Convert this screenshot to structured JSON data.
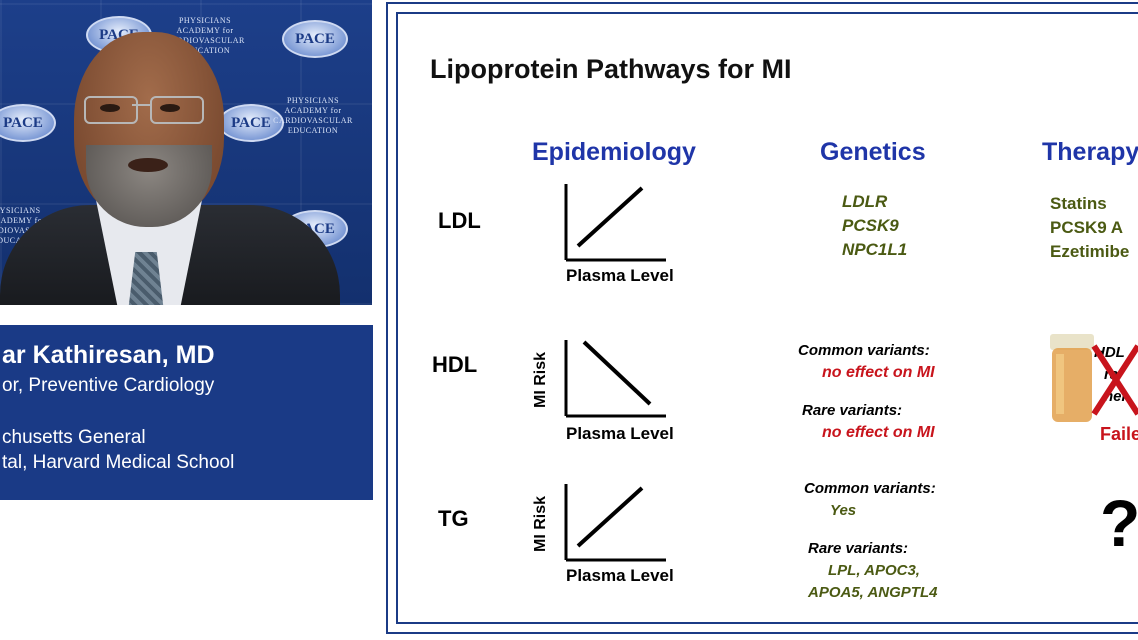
{
  "presenter": {
    "name": "ar Kathiresan, MD",
    "title_line1": "or, Preventive Cardiology",
    "affil_line1": "chusetts General",
    "affil_line2": "tal, Harvard Medical School"
  },
  "logos": {
    "brand": "PACE",
    "academy_text": "PHYSICIANS ACADEMY for CARDIOVASCULAR EDUCATION",
    "academy_partial_left": "HYSICIANS ACADEMY for CARDIOVASCULA EDUCATION"
  },
  "slide": {
    "title": "Lipoprotein Pathways for MI",
    "columns": {
      "epidemiology": "Epidemiology",
      "genetics": "Genetics",
      "therapy": "Therapy"
    },
    "x_axis_label": "Plasma Level",
    "y_axis_label": "MI Risk",
    "rows": {
      "ldl": {
        "label": "LDL",
        "genes": [
          "LDLR",
          "PCSK9",
          "NPC1L1"
        ],
        "therapy": [
          "Statins",
          "PCSK9 A",
          "Ezetimibe"
        ]
      },
      "hdl": {
        "label": "HDL",
        "common_label": "Common variants:",
        "common_value": "no effect on MI",
        "rare_label": "Rare variants:",
        "rare_value": "no effect on MI",
        "therapy_lines": [
          "HDL",
          "ra",
          "her"
        ],
        "therapy_status": "Faile"
      },
      "tg": {
        "label": "TG",
        "common_label": "Common variants:",
        "common_value": "Yes",
        "rare_label": "Rare variants:",
        "rare_value_line1": "LPL, APOC3,",
        "rare_value_line2": "APOA5, ANGPTL4",
        "therapy_mark": "?"
      }
    }
  },
  "colors": {
    "header_blue": "#1f35a8",
    "panel_navy": "#1a3a86",
    "gene_olive": "#4b5a13",
    "alert_red": "#c8141c"
  }
}
